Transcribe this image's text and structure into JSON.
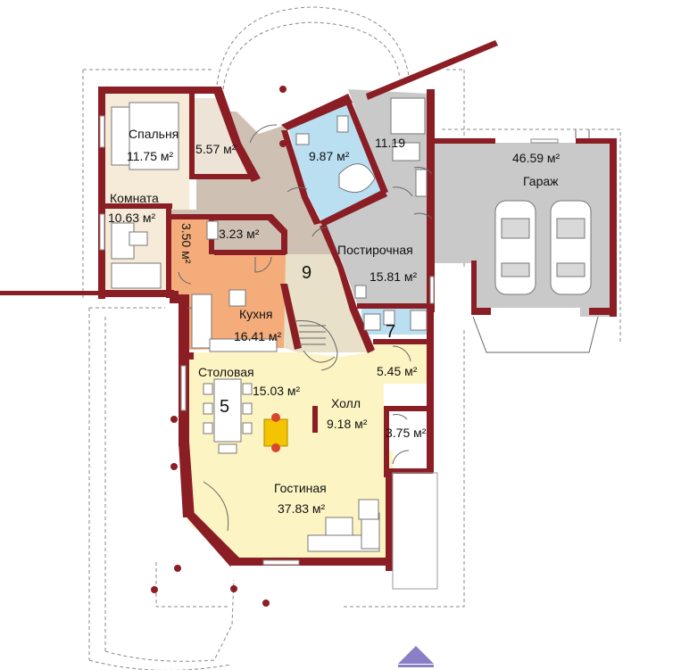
{
  "colors": {
    "wall": "#8b1e24",
    "living_floor": "#fdf4c4",
    "kitchen_floor": "#f3ac7a",
    "hall_floor": "#cfc0b4",
    "service_floor": "#c9c9c9",
    "bathroom_floor": "#b9dff1",
    "bedroom_floor": "#f6ead9",
    "fireplace": "#f5c400",
    "compass": "#8a7fc4"
  },
  "rooms": [
    {
      "id": "bedroom",
      "name": "Спальня",
      "area": "11.75 м²"
    },
    {
      "id": "dressing",
      "name": "",
      "area": "5.57 м²"
    },
    {
      "id": "bathroom",
      "name": "",
      "area": "9.87 м²"
    },
    {
      "id": "boiler",
      "name": "",
      "area": "11.19"
    },
    {
      "id": "garage",
      "name": "Гараж",
      "area": "46.59 м²"
    },
    {
      "id": "room",
      "name": "Комната",
      "area": "10.63 м²"
    },
    {
      "id": "pantry",
      "name": "",
      "area": "3.50 м²"
    },
    {
      "id": "wc",
      "name": "",
      "area": "3.23 м²"
    },
    {
      "id": "laundry",
      "name": "Постирочная",
      "area": "15.81 м²"
    },
    {
      "id": "kitchen",
      "name": "Кухня",
      "area": "16.41 м²"
    },
    {
      "id": "dining",
      "name": "Столовая",
      "area": "15.03 м²"
    },
    {
      "id": "hall",
      "name": "Холл",
      "area": "9.18 м²"
    },
    {
      "id": "closet",
      "name": "",
      "area": "5.45 м²"
    },
    {
      "id": "vestibule",
      "name": "",
      "area": "3.75 м²"
    },
    {
      "id": "living",
      "name": "Гостиная",
      "area": "37.83 м²"
    }
  ],
  "markers": [
    "9",
    "7",
    "5"
  ],
  "icons": {
    "north_arrow": "triangle-up-icon"
  }
}
